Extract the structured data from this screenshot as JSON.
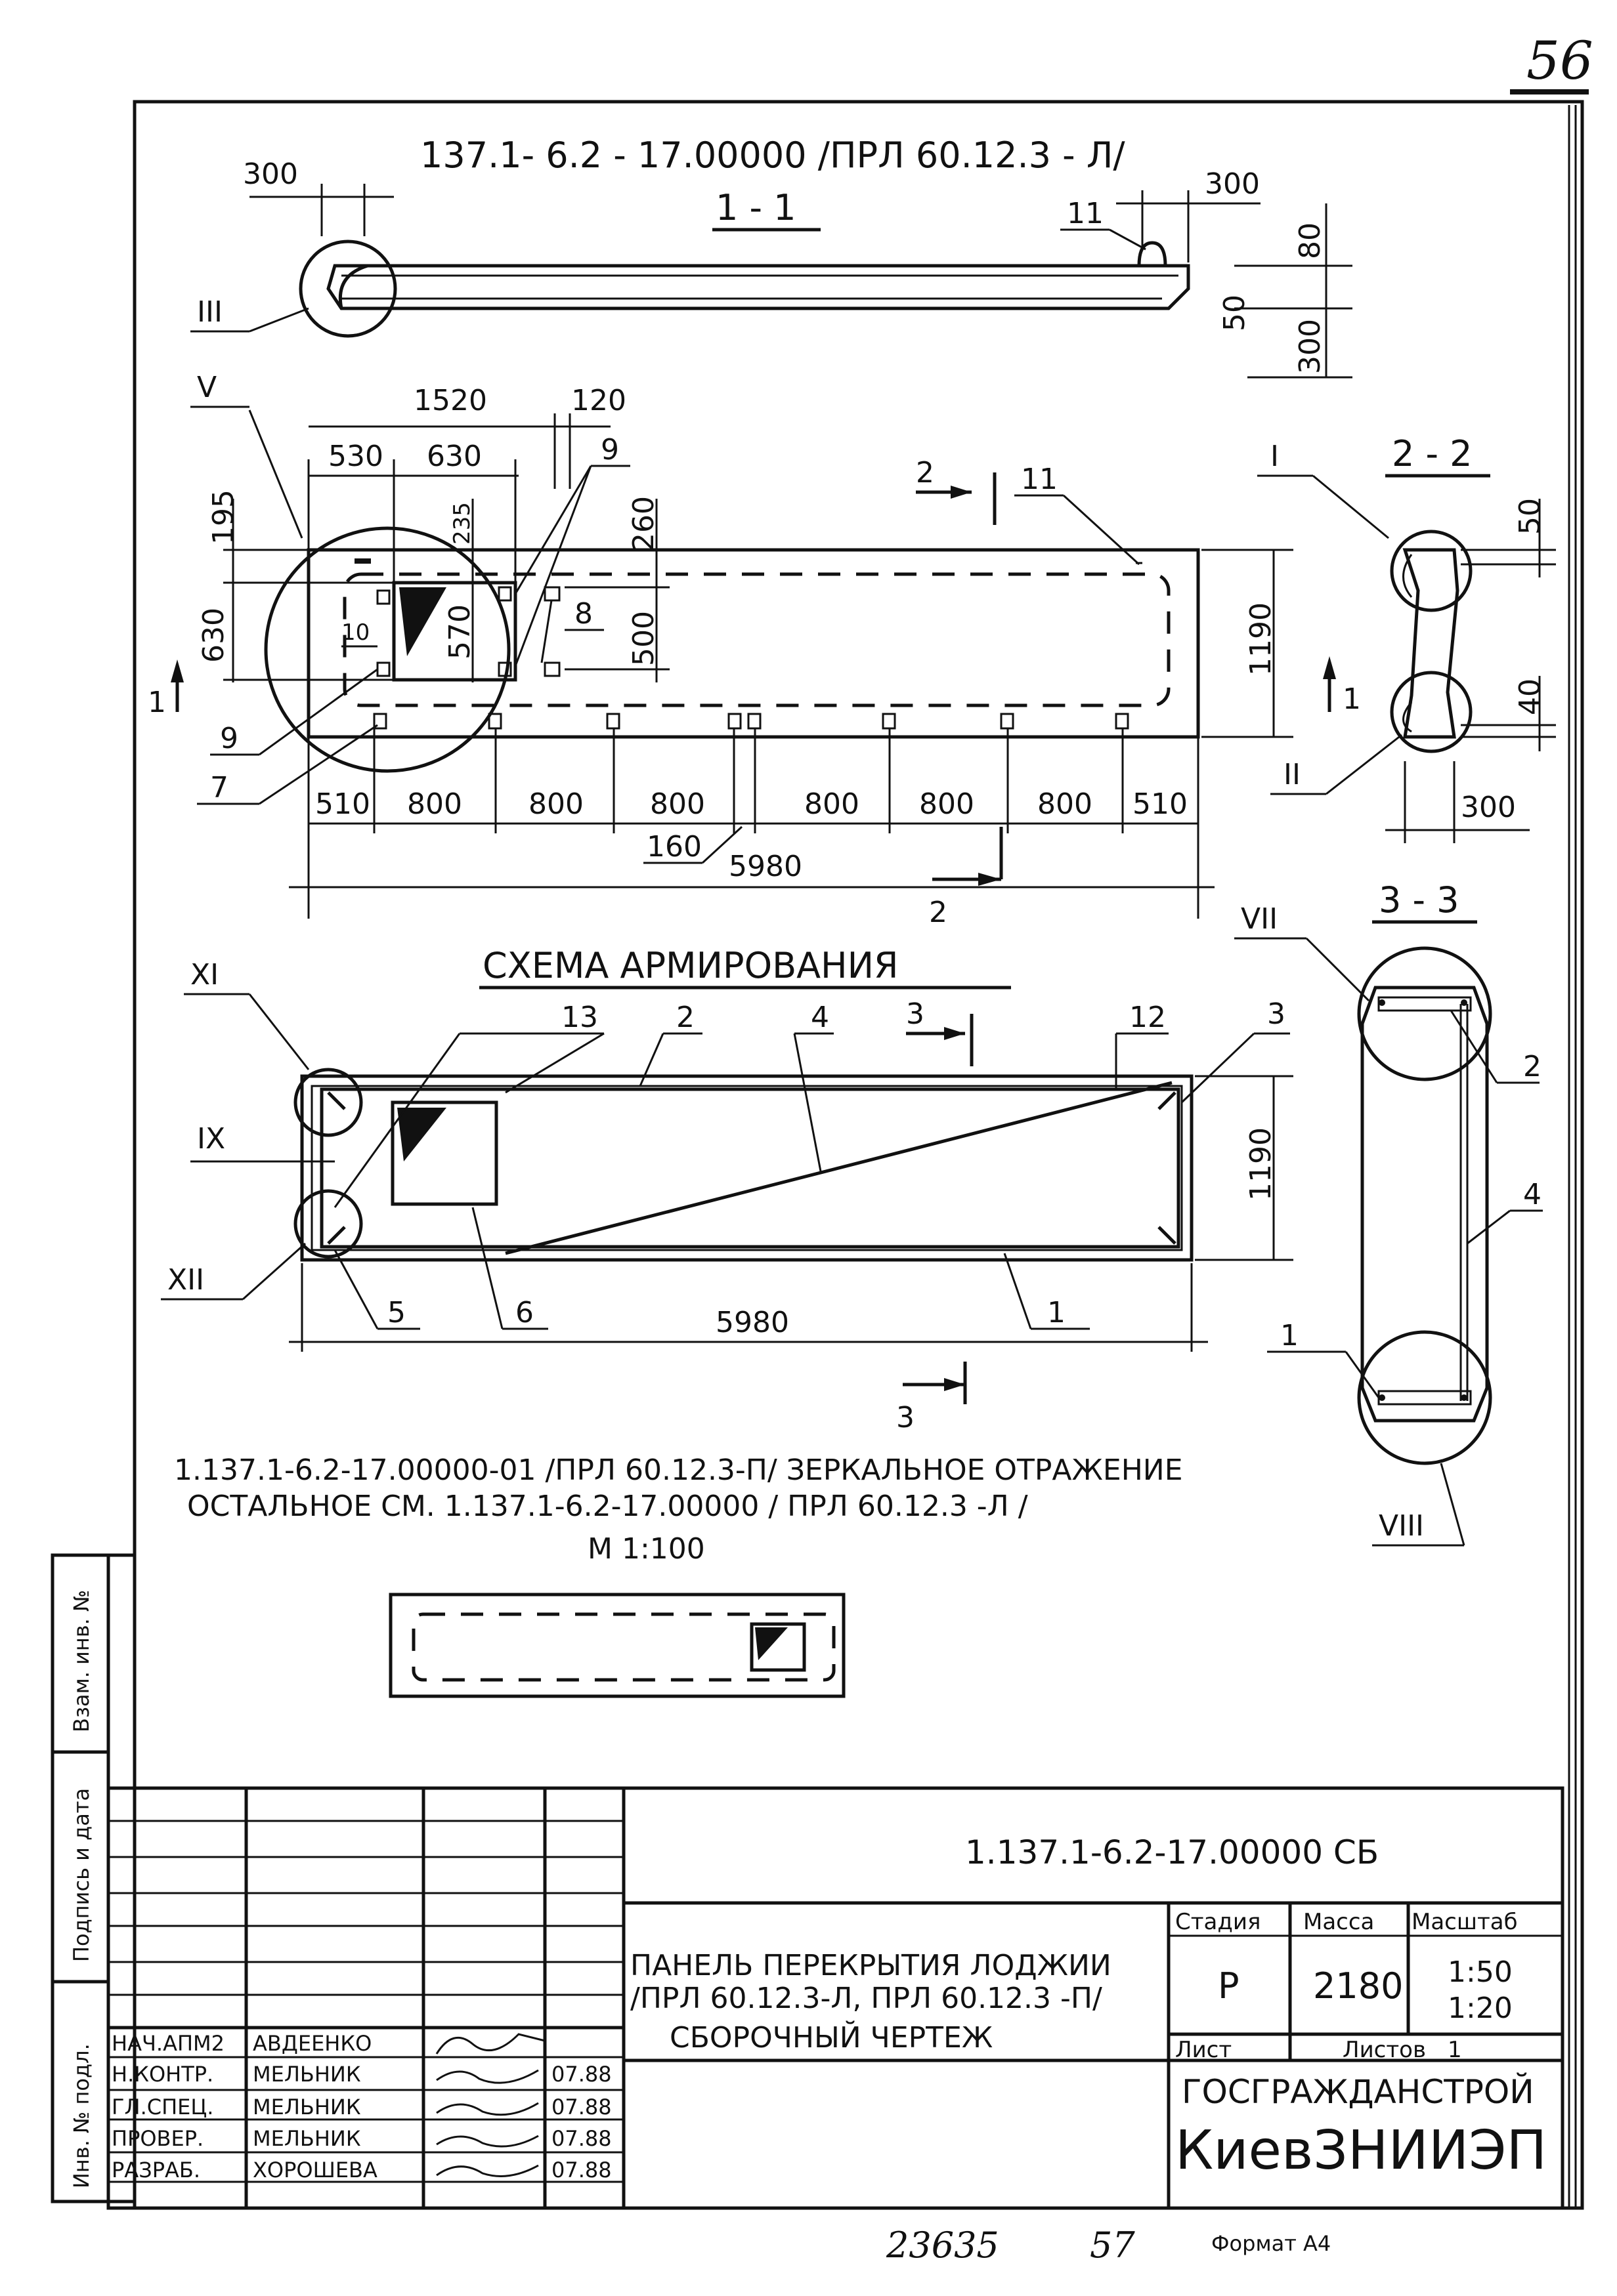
{
  "sheet": {
    "page_number": "56",
    "bottom_code_a": "23635",
    "bottom_code_b": "57",
    "format": "Формат А4"
  },
  "section_1_1": {
    "designation": "137.1- 6.2 - 17.00000 /ПРЛ 60.12.3 - Л/",
    "title": "1 - 1",
    "dim_left_300": "300",
    "dim_right_300": "300",
    "dim_80": "80",
    "dim_50": "50",
    "dim_300_v": "300",
    "pos_11": "11",
    "node_III": "III"
  },
  "plan": {
    "node_V": "V",
    "dim_1520": "1520",
    "dim_120": "120",
    "dim_530": "530",
    "dim_630": "630",
    "dim_195": "195",
    "dim_630_v": "630",
    "dim_235": "235",
    "dim_570": "570",
    "dim_260": "260",
    "dim_500": "500",
    "dim_1190": "1190",
    "pos_9a": "9",
    "pos_9b": "9",
    "pos_10": "10",
    "pos_8": "8",
    "pos_7": "7",
    "pos_11": "11",
    "section_2": "2",
    "section_2_bottom": "2",
    "section_1_mark": "1",
    "section_1_mark_r": "1",
    "bottom_dims": [
      "510",
      "800",
      "800",
      "800",
      "800",
      "800",
      "800",
      "510"
    ],
    "dim_160": "160",
    "dim_5980": "5980"
  },
  "section_2_2": {
    "title": "2 - 2",
    "node_I": "I",
    "node_II": "II",
    "dim_50": "50",
    "dim_40": "40",
    "dim_300": "300"
  },
  "scheme": {
    "title": "СХЕМА    АРМИРОВАНИЯ",
    "node_XI": "XI",
    "node_IX": "IX",
    "node_XII": "XII",
    "pos_13": "13",
    "pos_2": "2",
    "pos_4": "4",
    "pos_3": "3",
    "pos_12": "12",
    "pos_5": "5",
    "pos_6": "6",
    "pos_1": "1",
    "section_3_top": "3",
    "section_3_bottom": "3",
    "dim_1190": "1190",
    "dim_5980": "5980"
  },
  "section_3_3": {
    "title": "3 - 3",
    "node_VII": "VII",
    "node_VIII": "VIII",
    "pos_2": "2",
    "pos_4": "4",
    "pos_1": "1"
  },
  "notes": {
    "line1": "1.137.1-6.2-17.00000-01 /ПРЛ 60.12.3-П/ ЗЕРКАЛЬНОЕ ОТРАЖЕНИЕ",
    "line2": "ОСТАЛЬНОЕ СМ. 1.137.1-6.2-17.00000 / ПРЛ 60.12.3 -Л /",
    "scale": "М 1:100"
  },
  "side_stamp": {
    "field1": "Взам. инв. №",
    "field2": "Подпись и дата",
    "field3": "Инв. № подл."
  },
  "title_block": {
    "code": "1.137.1-6.2-17.00000 СБ",
    "name_line1": "ПАНЕЛЬ ПЕРЕКРЫТИЯ ЛОДЖИИ",
    "name_line2": "/ПРЛ 60.12.3-Л, ПРЛ 60.12.3 -П/",
    "name_line3": "СБОРОЧНЫЙ  ЧЕРТЕЖ",
    "stage_header": "Стадия",
    "mass_header": "Масса",
    "scale_header": "Масштаб",
    "stage_value": "Р",
    "mass_value": "2180",
    "scale_value1": "1:50",
    "scale_value2": "1:20",
    "sheet_label": "Лист",
    "sheets_label": "Листов",
    "sheets_value": "1",
    "org_line1": "ГОСГРАЖДАНСТРОЙ",
    "org_line2": "КиевЗНИИЭП",
    "signatures": [
      {
        "role": "НАЧ.АПМ2",
        "name": "АВДЕЕНКО",
        "date": ""
      },
      {
        "role": "Н.КОНТР.",
        "name": "МЕЛЬНИК",
        "date": "07.88"
      },
      {
        "role": "ГЛ.СПЕЦ.",
        "name": "МЕЛЬНИК",
        "date": "07.88"
      },
      {
        "role": "ПРОВЕР.",
        "name": "МЕЛЬНИК",
        "date": "07.88"
      },
      {
        "role": "РАЗРАБ.",
        "name": "ХОРОШЕВА",
        "date": "07.88"
      }
    ]
  }
}
